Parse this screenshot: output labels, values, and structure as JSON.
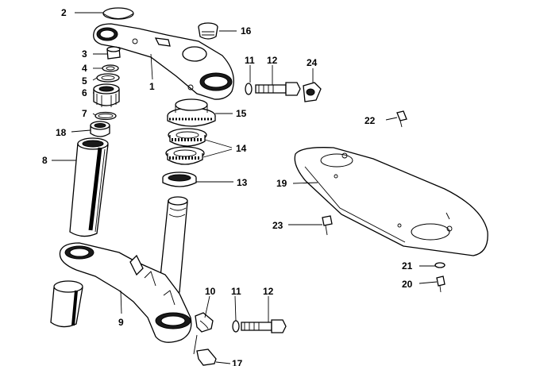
{
  "diagram": {
    "parts": [
      {
        "id": "p2",
        "label": "2"
      },
      {
        "id": "p16",
        "label": "16"
      },
      {
        "id": "p3",
        "label": "3"
      },
      {
        "id": "p11a",
        "label": "11"
      },
      {
        "id": "p12a",
        "label": "12"
      },
      {
        "id": "p24",
        "label": "24"
      },
      {
        "id": "p4",
        "label": "4"
      },
      {
        "id": "p5",
        "label": "5"
      },
      {
        "id": "p1",
        "label": "1"
      },
      {
        "id": "p6",
        "label": "6"
      },
      {
        "id": "p15",
        "label": "15"
      },
      {
        "id": "p7",
        "label": "7"
      },
      {
        "id": "p22",
        "label": "22"
      },
      {
        "id": "p18",
        "label": "18"
      },
      {
        "id": "p14",
        "label": "14"
      },
      {
        "id": "p8",
        "label": "8"
      },
      {
        "id": "p19",
        "label": "19"
      },
      {
        "id": "p13",
        "label": "13"
      },
      {
        "id": "p23",
        "label": "23"
      },
      {
        "id": "p21",
        "label": "21"
      },
      {
        "id": "p20",
        "label": "20"
      },
      {
        "id": "p10",
        "label": "10"
      },
      {
        "id": "p11b",
        "label": "11"
      },
      {
        "id": "p12b",
        "label": "12"
      },
      {
        "id": "p9",
        "label": "9"
      },
      {
        "id": "p17",
        "label": "17"
      }
    ]
  }
}
